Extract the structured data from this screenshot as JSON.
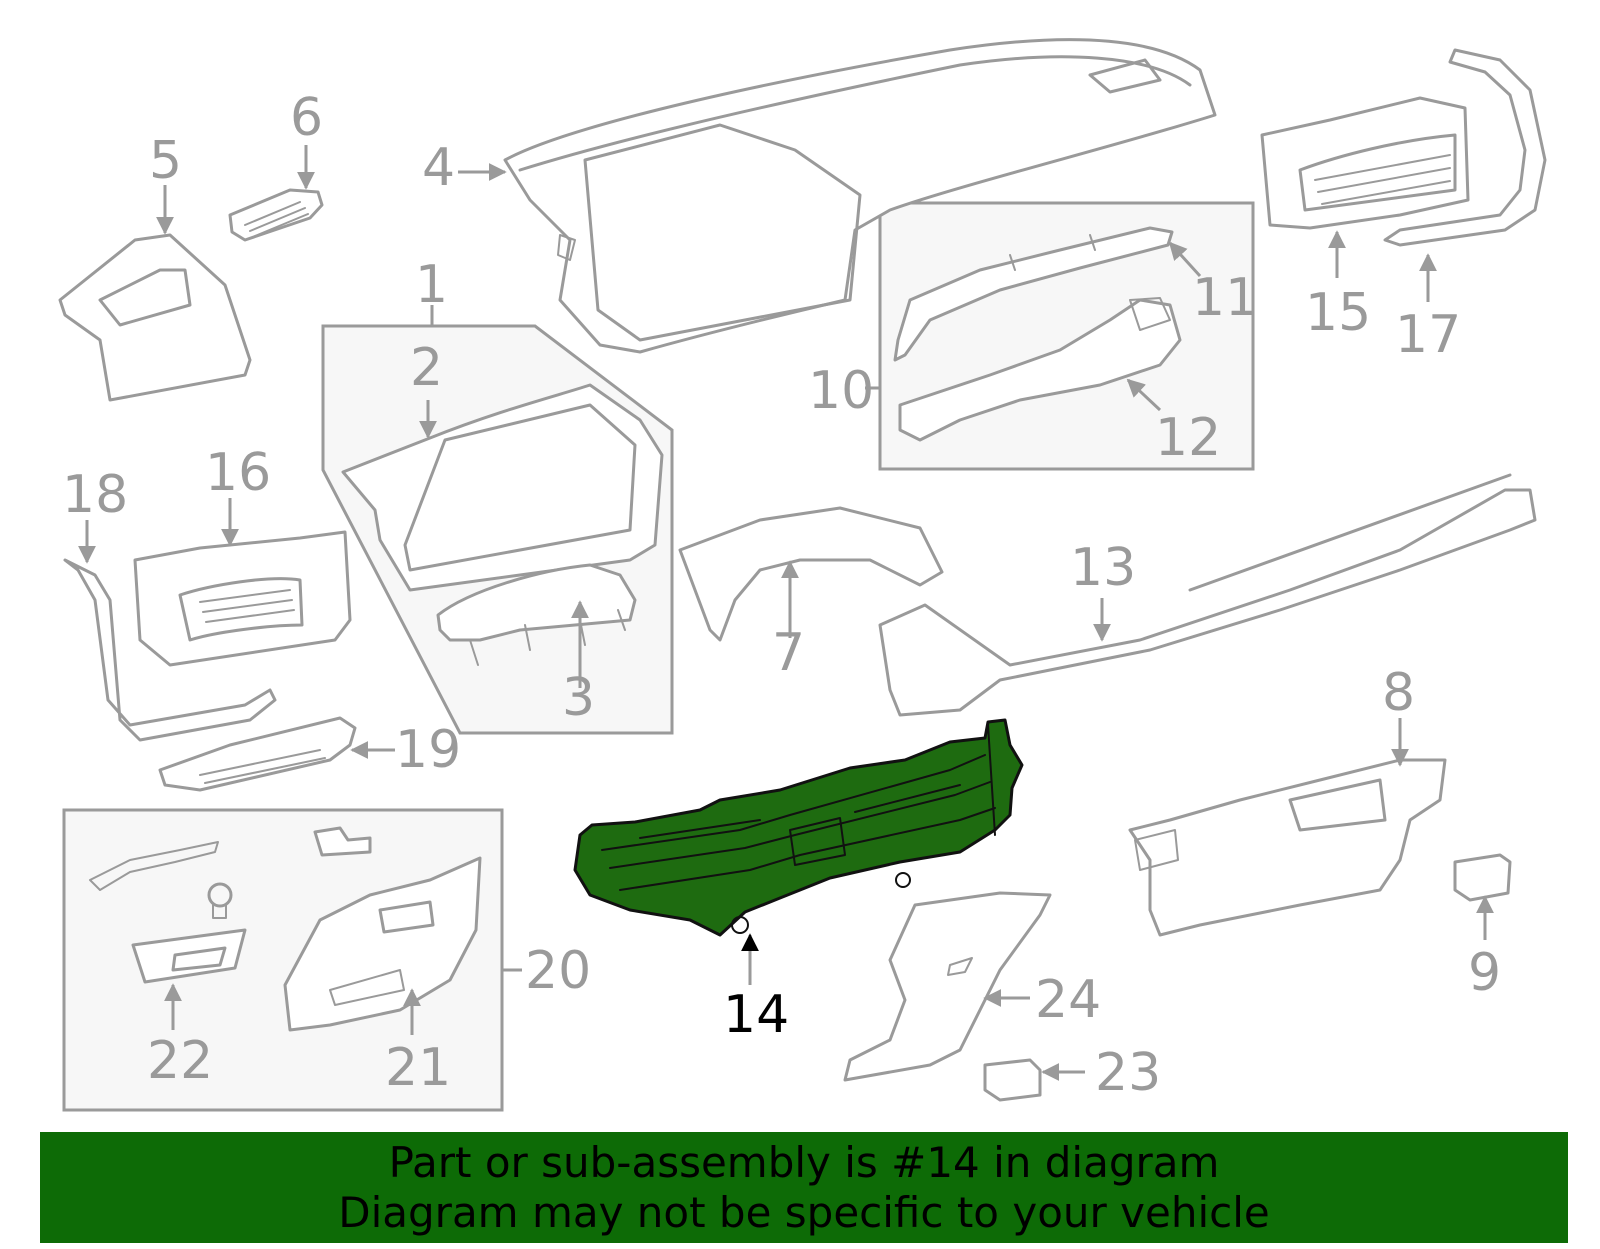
{
  "diagram": {
    "highlight_color": "#1e6b10",
    "line_color": "#9a9a9a",
    "highlighted_part": "14",
    "callouts": {
      "c1": "1",
      "c2": "2",
      "c3": "3",
      "c4": "4",
      "c5": "5",
      "c6": "6",
      "c7": "7",
      "c8": "8",
      "c9": "9",
      "c10": "10",
      "c11": "11",
      "c12": "12",
      "c13": "13",
      "c14": "14",
      "c15": "15",
      "c16": "16",
      "c17": "17",
      "c18": "18",
      "c19": "19",
      "c20": "20",
      "c21": "21",
      "c22": "22",
      "c23": "23",
      "c24": "24"
    }
  },
  "banner": {
    "background": "#0d6b06",
    "line1": "Part or sub-assembly is #14 in diagram",
    "line2": "Diagram may not be specific to your vehicle"
  }
}
